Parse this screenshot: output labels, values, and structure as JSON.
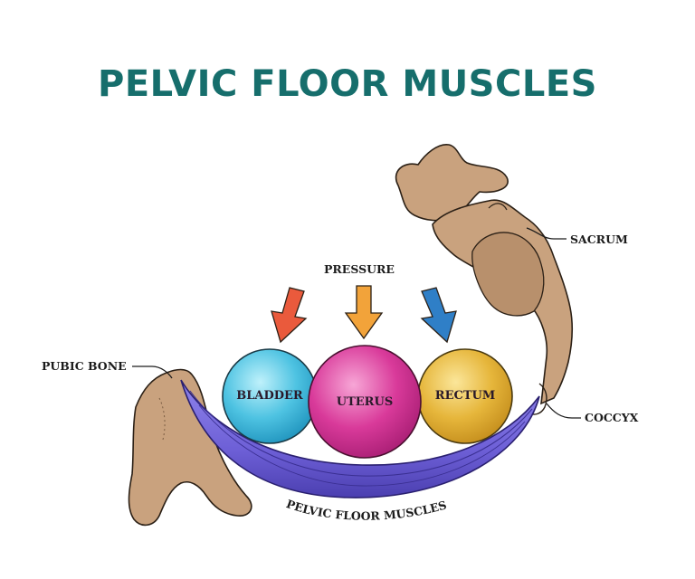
{
  "title": "PELVIC FLOOR MUSCLES",
  "labels": {
    "pressure": "PRESSURE",
    "sacrum": "SACRUM",
    "pubic_bone": "PUBIC BONE",
    "coccyx": "COCCYX",
    "muscles_caption": "PELVIC FLOOR MUSCLES"
  },
  "organs": {
    "bladder": "BLADDER",
    "uterus": "UTERUS",
    "rectum": "RECTUM"
  },
  "colors": {
    "title": "#166e6c",
    "bone": "#c9a27e",
    "bone_outline": "#2b2016",
    "muscle": "#6d5fd6",
    "muscle_dark": "#4b3fb0",
    "bladder": "#4ec3e2",
    "uterus": "#d93a9a",
    "rectum": "#e6b63b",
    "arrow_left": "#ea5a3c",
    "arrow_middle": "#f2a33a",
    "arrow_right": "#2f7fc7"
  }
}
